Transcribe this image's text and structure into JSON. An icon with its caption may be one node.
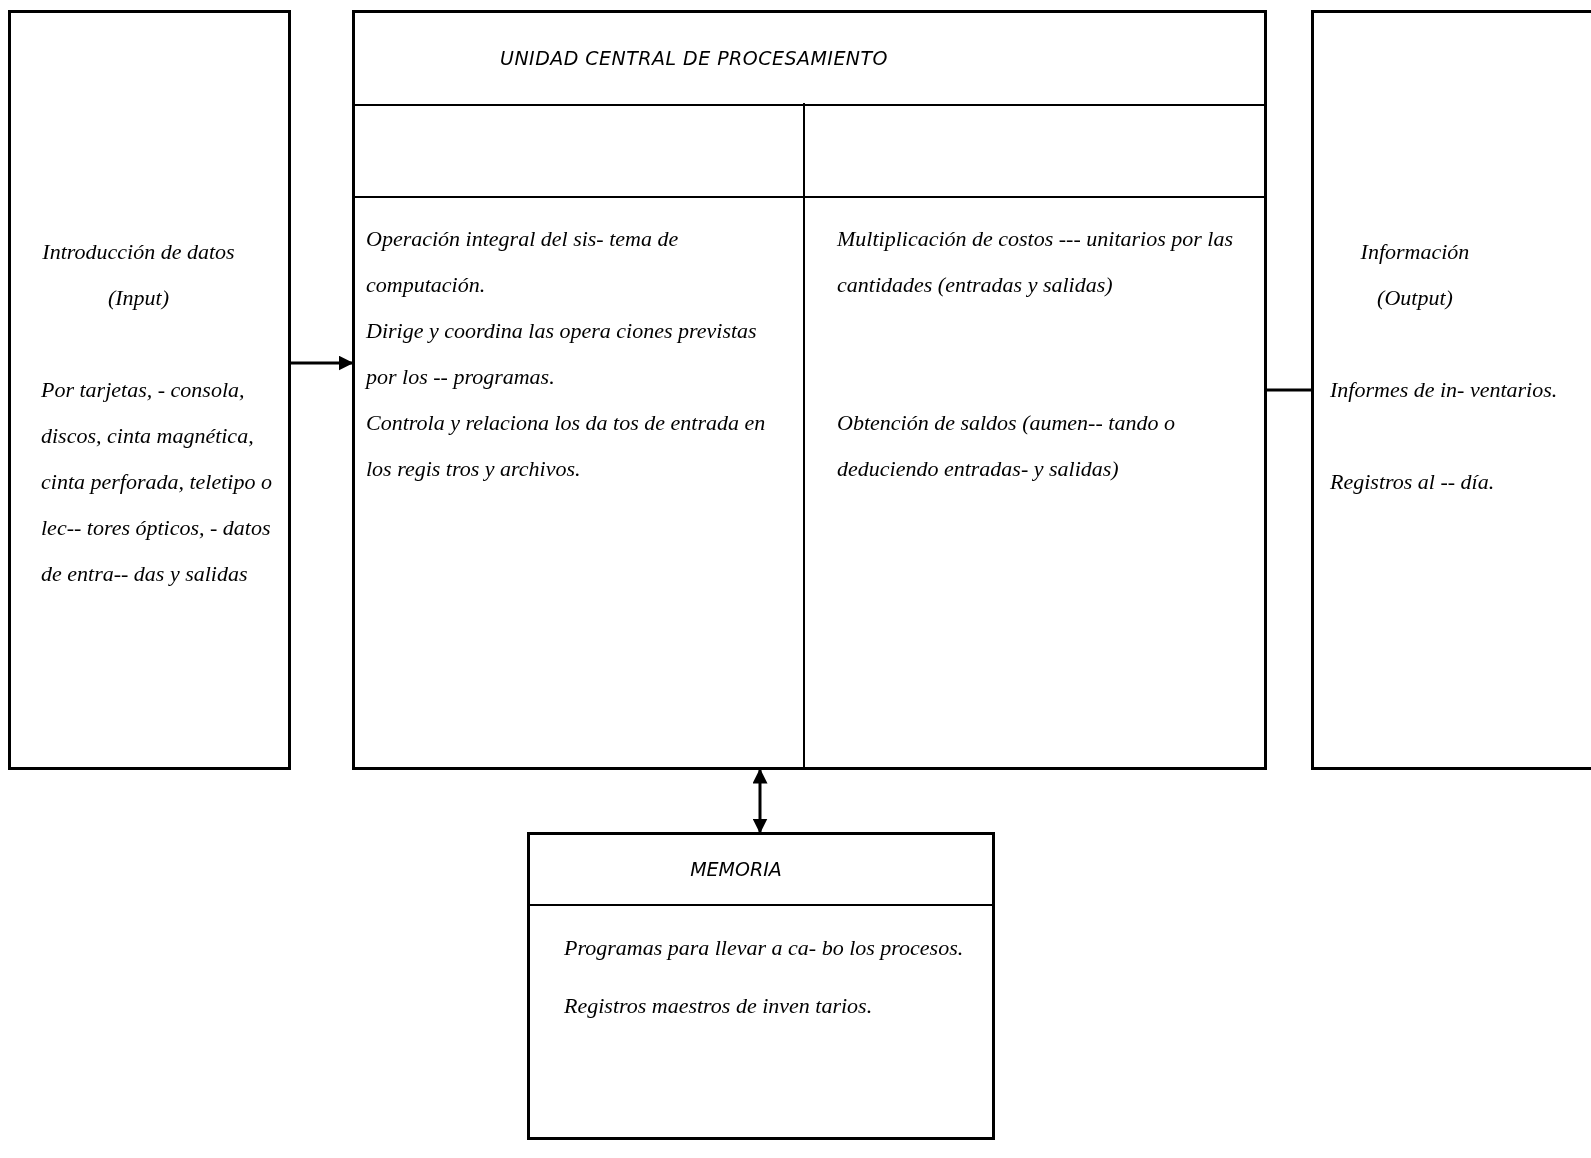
{
  "diagram": {
    "nodes": [
      {
        "text": [
          "Introducción de datos (Input)",
          "Por tarjetas, - consola, discos, cinta magnética, cinta perforada, teletipo o lec-- tores ópticos, - datos de entra-- das y salidas"
        ]
      },
      {
        "text": [
          "UNIDAD CENTRAL DE PROCESAMIENTO"
        ]
      },
      {
        "text": [
          "Operación integral del sis- tema de computación.",
          "Dirige y coordina las opera ciones previstas por los -- programas.",
          "Controla y relaciona los da tos de entrada en los regis tros y archivos."
        ],
        "in": 1
      },
      {
        "text": [
          "Multiplicación de costos --- unitarios por las cantidades (entradas y salidas)",
          "Obtención de saldos (aumen-- tando o deduciendo entradas- y salidas)"
        ],
        "in": 1
      },
      {
        "text": [
          "Información (Output)",
          "Informes de in- ventarios.",
          "Registros al -- día."
        ]
      },
      {
        "text": [
          "MEMORIA",
          "Programas para llevar a ca- bo los procesos.",
          "Registros maestros de inven tarios."
        ]
      }
    ],
    "edges": [
      {
        "from": 0,
        "to": 2,
        "arrow": "to"
      },
      {
        "from": 1,
        "to": 4,
        "arrow": "none"
      },
      {
        "from": 1,
        "to": 5,
        "arrow": "both"
      }
    ]
  }
}
